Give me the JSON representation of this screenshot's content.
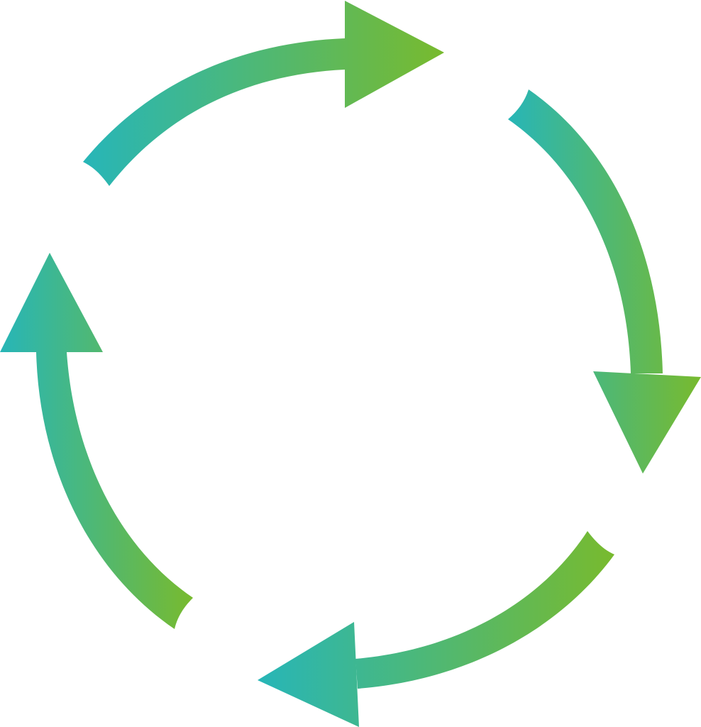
{
  "diagram": {
    "type": "cycle",
    "arrow_count": 4,
    "direction": "clockwise",
    "colors": {
      "gradient_start": "#27B6B8",
      "gradient_end": "#78BA2E",
      "background": "#FFFFFF"
    }
  }
}
